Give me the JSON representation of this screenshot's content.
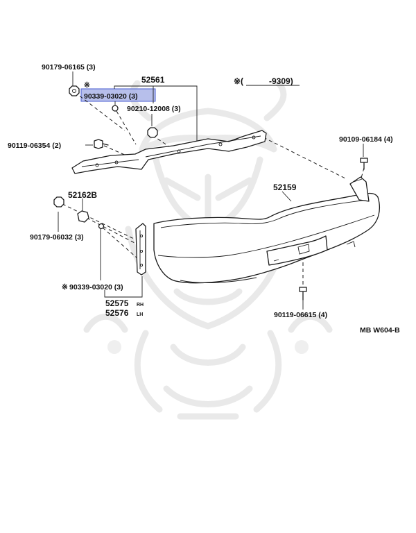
{
  "diagram": {
    "code": "MB W604-B",
    "date_note": {
      "mark": "※(",
      "range": "-9309)"
    },
    "highlight_color": "#aab4e8",
    "parts": [
      {
        "id": "p1",
        "number": "90179-06165 (3)"
      },
      {
        "id": "p2",
        "mark": "※",
        "number": "90339-03020 (3)",
        "highlighted": true
      },
      {
        "id": "p3",
        "number": "52561"
      },
      {
        "id": "p4",
        "number": "90210-12008 (3)"
      },
      {
        "id": "p5",
        "number": "90119-06354 (2)"
      },
      {
        "id": "p6",
        "number": "90109-06184 (4)"
      },
      {
        "id": "p7",
        "number": "52162B"
      },
      {
        "id": "p8",
        "number": "52159"
      },
      {
        "id": "p9",
        "number": "90179-06032 (3)"
      },
      {
        "id": "p10",
        "mark": "※",
        "number": "90339-03020 (3)"
      },
      {
        "id": "p11",
        "number": "52575",
        "suffix": "RH"
      },
      {
        "id": "p12",
        "number": "52576",
        "suffix": "LH"
      },
      {
        "id": "p13",
        "number": "90119-06615 (4)"
      }
    ]
  }
}
